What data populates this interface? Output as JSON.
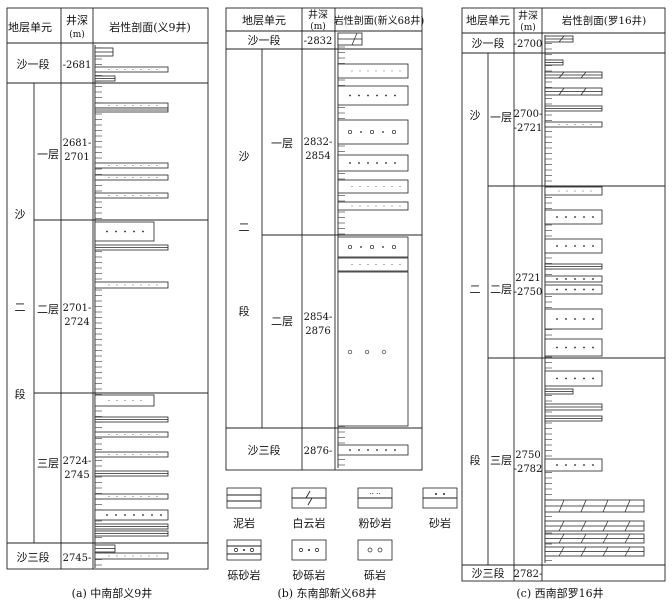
{
  "headers": {
    "a": {
      "unit": "地层单元",
      "depth_main": "井深",
      "depth_unit": "(m)",
      "section": "岩性剖面(义9井)"
    },
    "b": {
      "unit": "地层单元",
      "depth_main": "井深",
      "depth_unit": "(m)",
      "section": "岩性剖面(新义68井)"
    },
    "c": {
      "unit": "地层单元",
      "depth_main": "井深",
      "depth_unit": "(m)",
      "section": "岩性剖面(罗16井)"
    }
  },
  "well_a": {
    "rows": {
      "sha1": "沙一段",
      "sha3": "沙三段"
    },
    "sha2_chars": [
      "沙",
      "二",
      "段"
    ],
    "layers": {
      "l1": "一层",
      "l2": "二层",
      "l3": "三层"
    },
    "depths": {
      "sha1": "-2681",
      "l1": [
        "2681-",
        "2701"
      ],
      "l2": [
        "2701-",
        "2724"
      ],
      "l3": [
        "2724-",
        "2745"
      ],
      "sha3": "2745-"
    },
    "caption": "(a) 中南部义9井"
  },
  "well_b": {
    "rows": {
      "sha1": "沙一段",
      "sha3": "沙三段"
    },
    "sha2_chars": [
      "沙",
      "二",
      "段"
    ],
    "layers": {
      "l1": "一层",
      "l2": "二层"
    },
    "depths": {
      "sha1": "-2832",
      "l1": [
        "2832-",
        "2854"
      ],
      "l2": [
        "2854-",
        "2876"
      ],
      "sha3": "2876-"
    },
    "caption": "(b) 东南部新义68井"
  },
  "well_c": {
    "rows": {
      "sha1": "沙一段",
      "sha3": "沙三段"
    },
    "sha2_chars": [
      "沙",
      "二",
      "段"
    ],
    "layers": {
      "l1": "一层",
      "l2": "二层",
      "l3": "三层"
    },
    "depths": {
      "sha1": "-2700",
      "l1": [
        "2700-",
        "-2721"
      ],
      "l2": [
        "2721",
        "-2750"
      ],
      "l3": [
        "2750",
        "-2782"
      ],
      "sha3": "2782-"
    },
    "caption": "(c) 西南部罗16井"
  },
  "legend": {
    "mudstone": "泥岩",
    "dolomite": "白云岩",
    "siltstone": "粉砂岩",
    "sandstone": "砂岩",
    "gravel_sandstone": "砾砂岩",
    "pebbly_sandstone": "砂砾岩",
    "conglomerate": "砾岩"
  }
}
